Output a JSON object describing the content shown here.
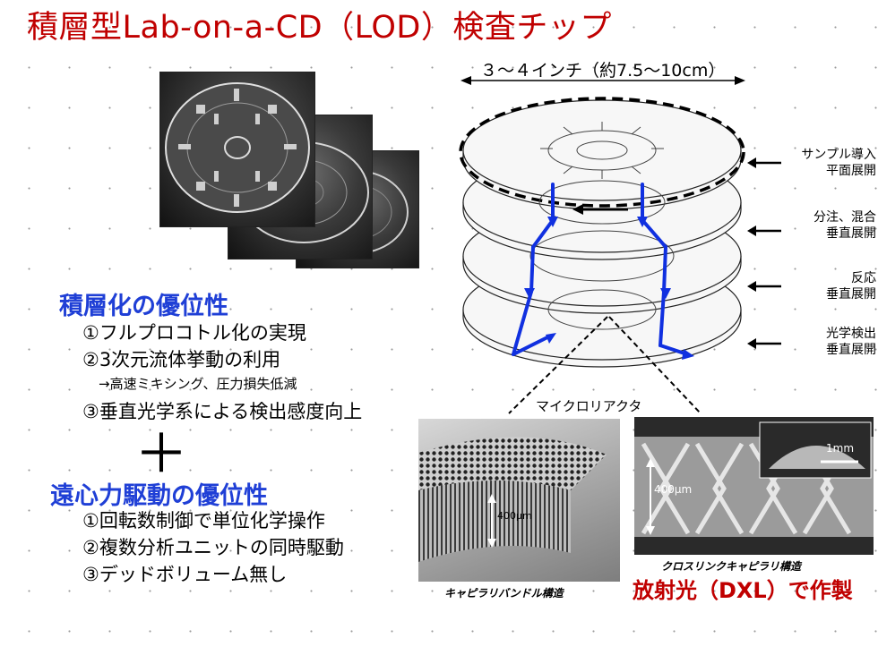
{
  "title": "積層型Lab-on-a-CD（LOD）検査チップ",
  "dimension_label": "３～４インチ（約7.5～10cm）",
  "layers": [
    {
      "label_line1": "サンプル導入",
      "label_line2": "平面展開"
    },
    {
      "label_line1": "分注、混合",
      "label_line2": "垂直展開"
    },
    {
      "label_line1": "反応",
      "label_line2": "垂直展開"
    },
    {
      "label_line1": "光学検出",
      "label_line2": "垂直展開"
    }
  ],
  "stacking": {
    "heading": "積層化の優位性",
    "items": [
      "①フルプロコトル化の実現",
      "②3次元流体挙動の利用"
    ],
    "sub_item": "→高速ミキシング、圧力損失低減",
    "item3": "③垂直光学系による検出感度向上"
  },
  "plus_sign": "＋",
  "centrifugal": {
    "heading": "遠心力駆動の優位性",
    "items": [
      "①回転数制御で単位化学操作",
      "②複数分析ユニットの同時駆動",
      "③デッドボリューム無し"
    ]
  },
  "microreactor_label": "マイクロリアクタ",
  "sem_left": {
    "scale": "400μm",
    "caption": "キャピラリバンドル構造"
  },
  "sem_right": {
    "scale": "400μm",
    "inset_scale": "1mm",
    "caption": "クロスリンクキャピラリ構造"
  },
  "fabrication": "放射光（DXL）で作製",
  "colors": {
    "title": "#c00000",
    "heading": "#1f3fd6",
    "arrow": "#1030e0"
  }
}
